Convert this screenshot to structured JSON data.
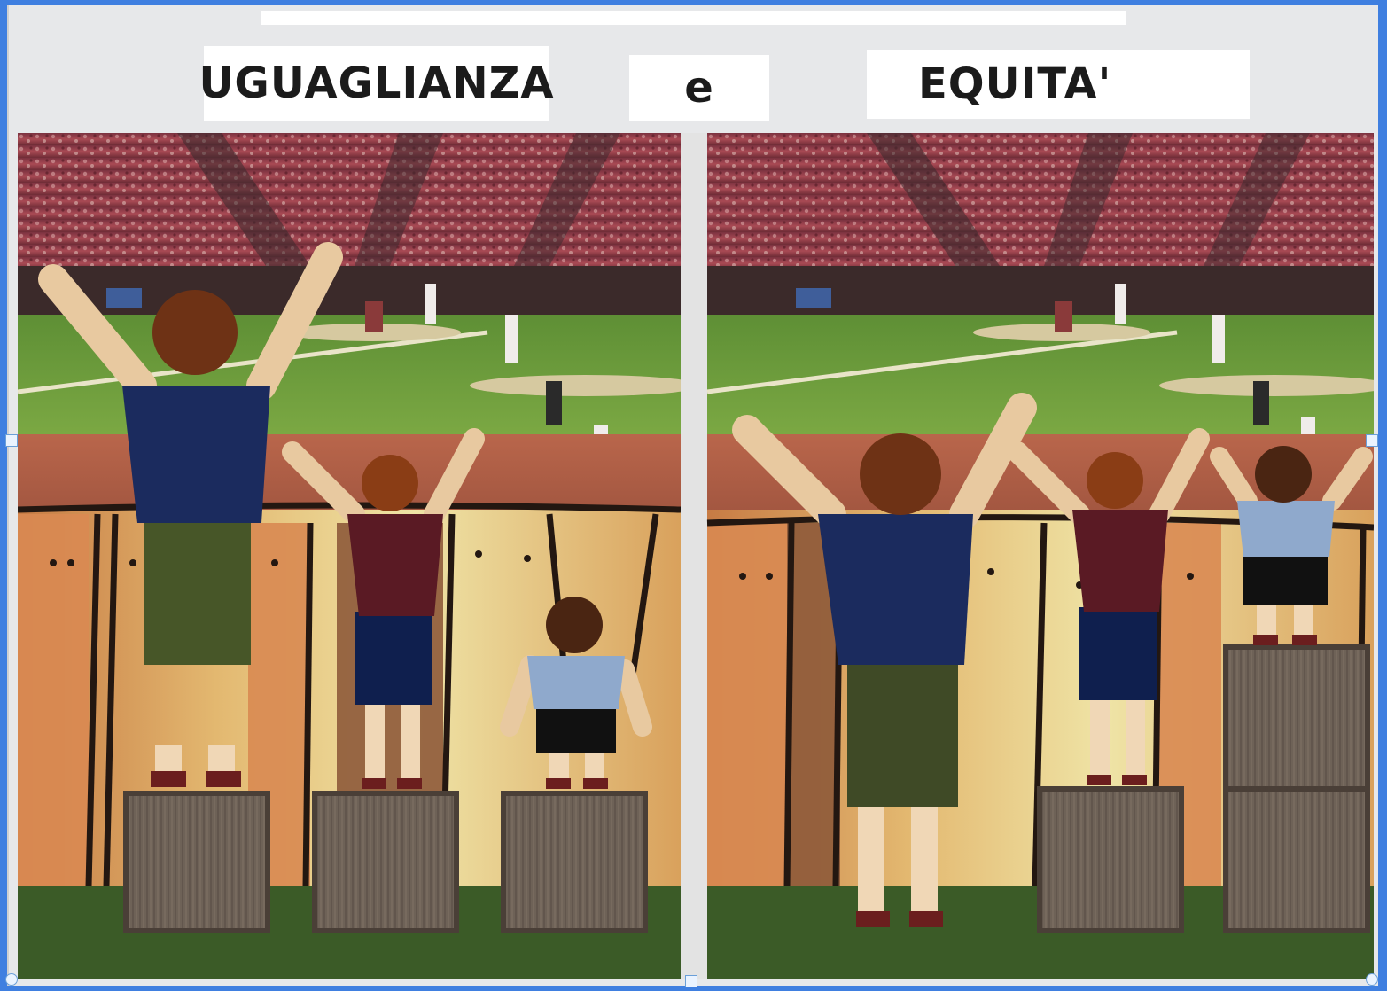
{
  "labels": {
    "left": "UGUAGLIANZA",
    "middle": "e",
    "right": "EQUITA'"
  },
  "colors": {
    "frame_border": "#3f7fe0",
    "crowd": "#9b3d48",
    "field_grass": "#6e9e3a",
    "dirt": "#b7664a",
    "fence_dark": "#2a1b14",
    "crate": "#6f6358",
    "ground": "#3b5b27"
  }
}
